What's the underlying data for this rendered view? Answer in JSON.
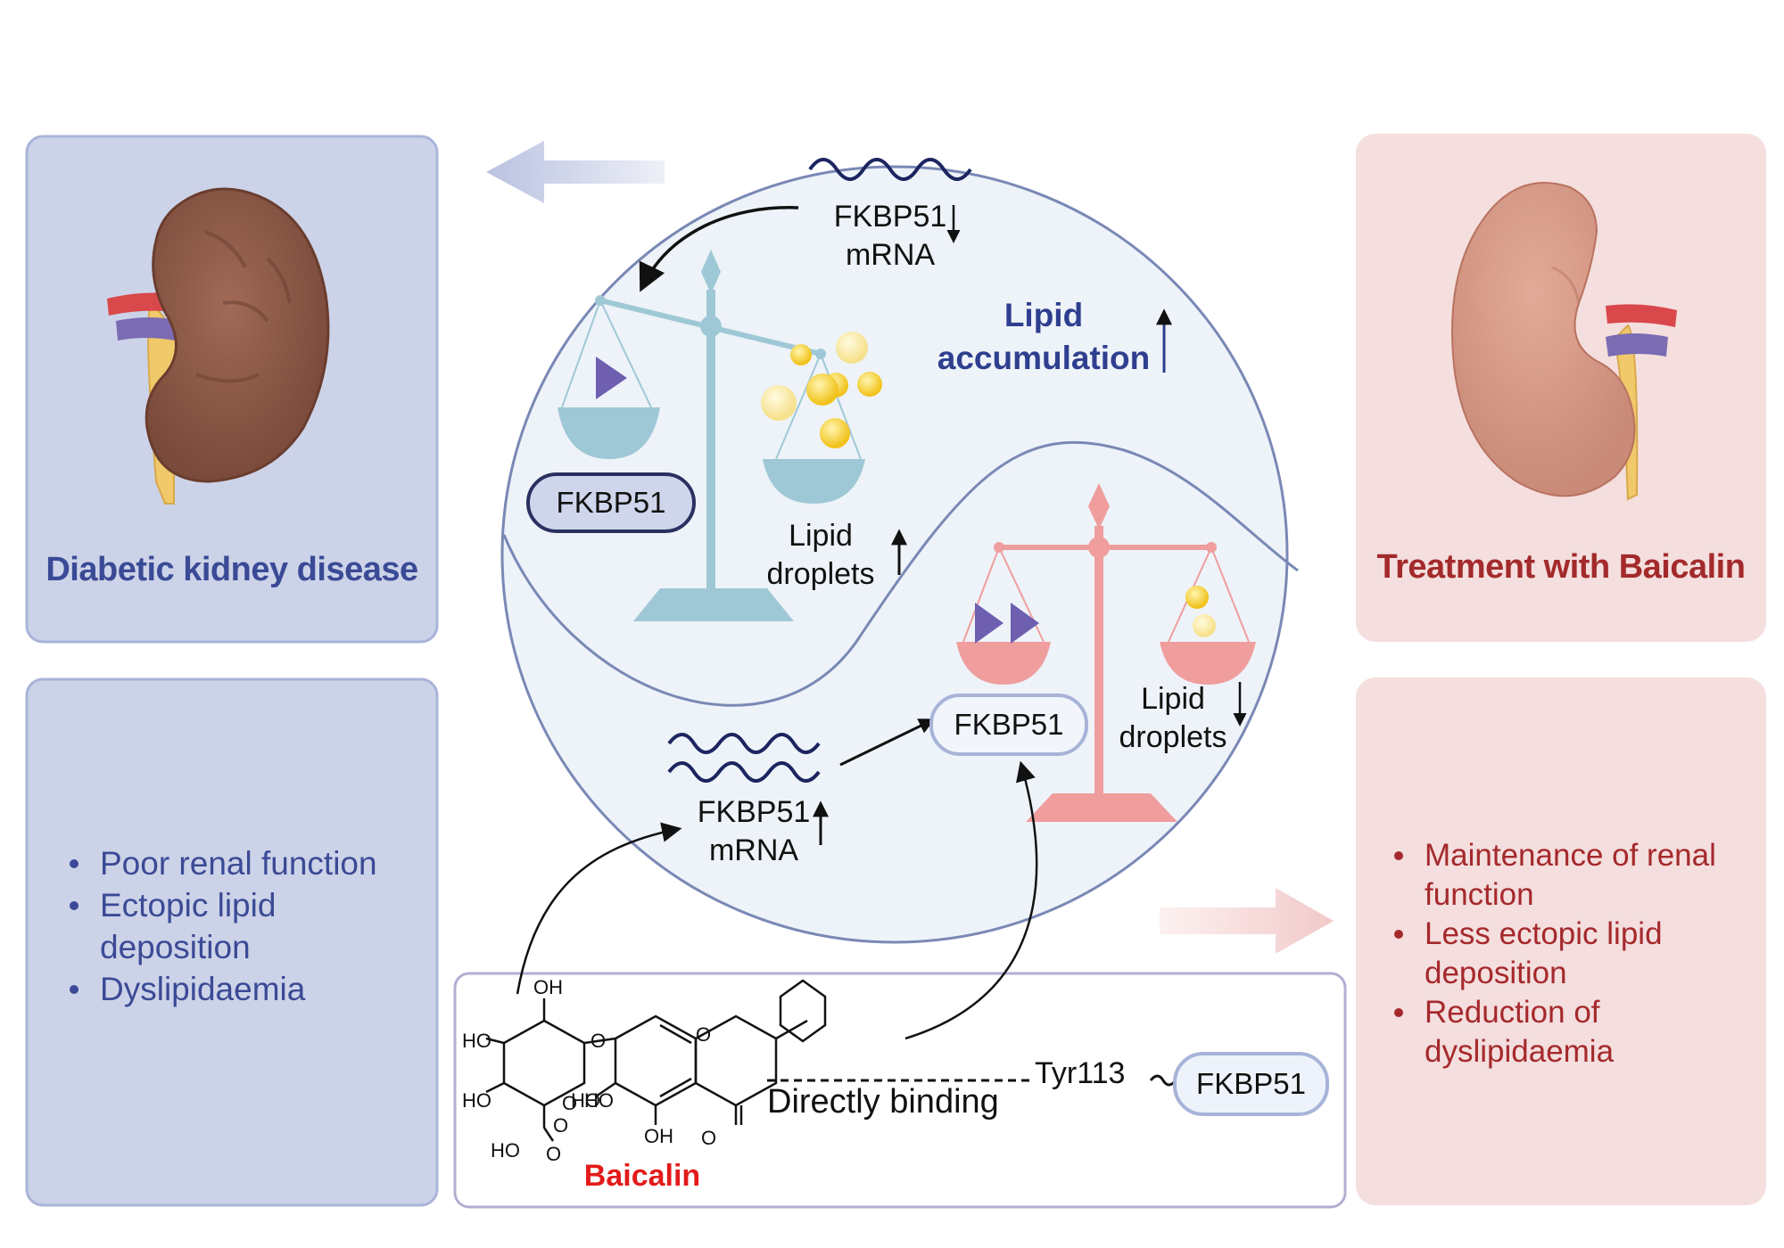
{
  "left_panel": {
    "title": "Diabetic kidney disease",
    "items": [
      "Poor renal function",
      "Ectopic lipid deposition",
      "Dyslipidaemia"
    ]
  },
  "right_panel": {
    "title": "Treatment with Baicalin",
    "items": [
      "Maintenance of renal function",
      "Less ectopic lipid deposition",
      "Reduction of dyslipidaemia"
    ]
  },
  "disease_state": {
    "mrna_line1": "FKBP51",
    "mrna_line2": "mRNA",
    "protein": "FKBP51",
    "lipid_line1": "Lipid",
    "lipid_line2": "droplets",
    "accumulation_line1": "Lipid",
    "accumulation_line2": "accumulation"
  },
  "treated_state": {
    "mrna_line1": "FKBP51",
    "mrna_line2": "mRNA",
    "protein": "FKBP51",
    "lipid_line1": "Lipid",
    "lipid_line2": "droplets"
  },
  "drug_box": {
    "name": "Baicalin",
    "binding_label": "Directly binding",
    "residue": "Tyr113",
    "target": "FKBP51",
    "atoms": [
      "OH",
      "HO",
      "O",
      "HO",
      "O",
      "HO",
      "O",
      "HO",
      "OH",
      "O",
      "HO",
      "O",
      "O"
    ]
  },
  "colors": {
    "disease_panel": "#ccd3e8",
    "disease_text": "#3b4a96",
    "treatment_panel": "#f4dede",
    "treatment_text": "#a5292c",
    "scale_blue": "#9fc8d6",
    "scale_pink": "#ef9e9d",
    "lipid_yellow": "#f5c518",
    "baicalin_red": "#e31b1b"
  }
}
